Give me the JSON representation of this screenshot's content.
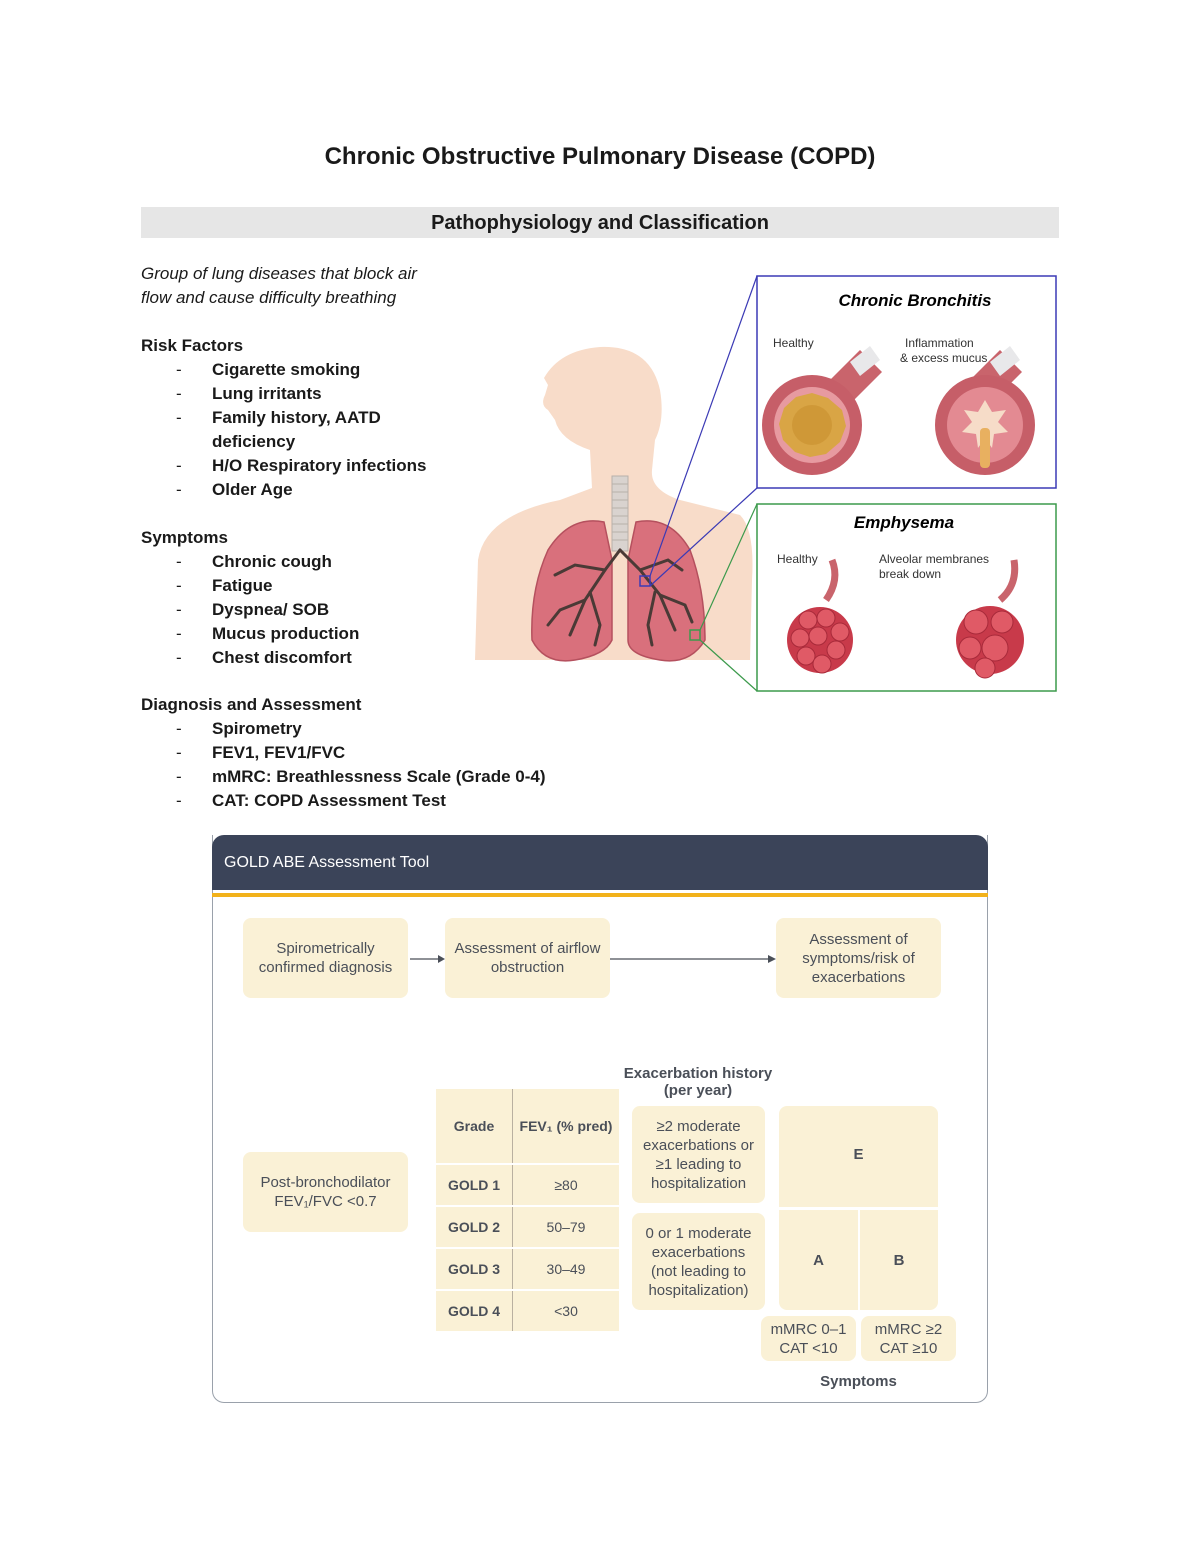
{
  "title": "Chronic Obstructive Pulmonary Disease (COPD)",
  "section": "Pathophysiology and Classification",
  "intro": [
    "Group of lung diseases that block air",
    "flow and cause difficulty breathing"
  ],
  "risk_factors": {
    "heading": "Risk Factors",
    "items": [
      "Cigarette smoking",
      "Lung irritants",
      "Family history, AATD",
      "deficiency",
      "H/O Respiratory infections",
      "Older Age"
    ]
  },
  "symptoms": {
    "heading": "Symptoms",
    "items": [
      "Chronic cough",
      "Fatigue",
      "Dyspnea/ SOB",
      "Mucus production",
      "Chest discomfort"
    ]
  },
  "diagnosis": {
    "heading": "Diagnosis and Assessment",
    "items": [
      "Spirometry",
      "FEV1, FEV1/FVC",
      "mMRC: Breathlessness Scale (Grade 0-4)",
      "CAT: COPD Assessment Test"
    ]
  },
  "figure": {
    "bronchitis": {
      "title": "Chronic Bronchitis",
      "healthy": "Healthy",
      "diseased_1": "Inflammation",
      "diseased_2": "& excess mucus"
    },
    "emphysema": {
      "title": "Emphysema",
      "healthy": "Healthy",
      "diseased_1": "Alveolar membranes",
      "diseased_2": "break down"
    },
    "colors": {
      "bronchitis_border": "#3b3ab5",
      "emphysema_border": "#3c9a4c",
      "skin": "#f8d8c4",
      "lung": "#d9707c"
    }
  },
  "gold": {
    "header": "GOLD ABE Assessment Tool",
    "flow": [
      "Spirometrically confirmed diagnosis",
      "Assessment of airflow obstruction",
      "Assessment of symptoms/risk of exacerbations"
    ],
    "post_bronch": "Post-bronchodilator FEV₁/FVC <0.7",
    "table": {
      "headers": [
        "Grade",
        "FEV₁ (% pred)"
      ],
      "rows": [
        [
          "GOLD 1",
          "≥80"
        ],
        [
          "GOLD 2",
          "50–79"
        ],
        [
          "GOLD 3",
          "30–49"
        ],
        [
          "GOLD 4",
          "<30"
        ]
      ]
    },
    "exac_title_1": "Exacerbation history",
    "exac_title_2": "(per year)",
    "exac_high": "≥2 moderate exacerbations or ≥1 leading to hospitalization",
    "exac_low": "0 or 1 moderate exacerbations (not leading to hospitalization)",
    "groups": {
      "e": "E",
      "a": "A",
      "b": "B"
    },
    "sym_low": [
      "mMRC 0–1",
      "CAT <10"
    ],
    "sym_high": [
      "mMRC ≥2",
      "CAT ≥10"
    ],
    "symptoms_label": "Symptoms",
    "colors": {
      "header": "#3b4459",
      "accent": "#f2b21b",
      "box": "#faf1d6"
    }
  }
}
